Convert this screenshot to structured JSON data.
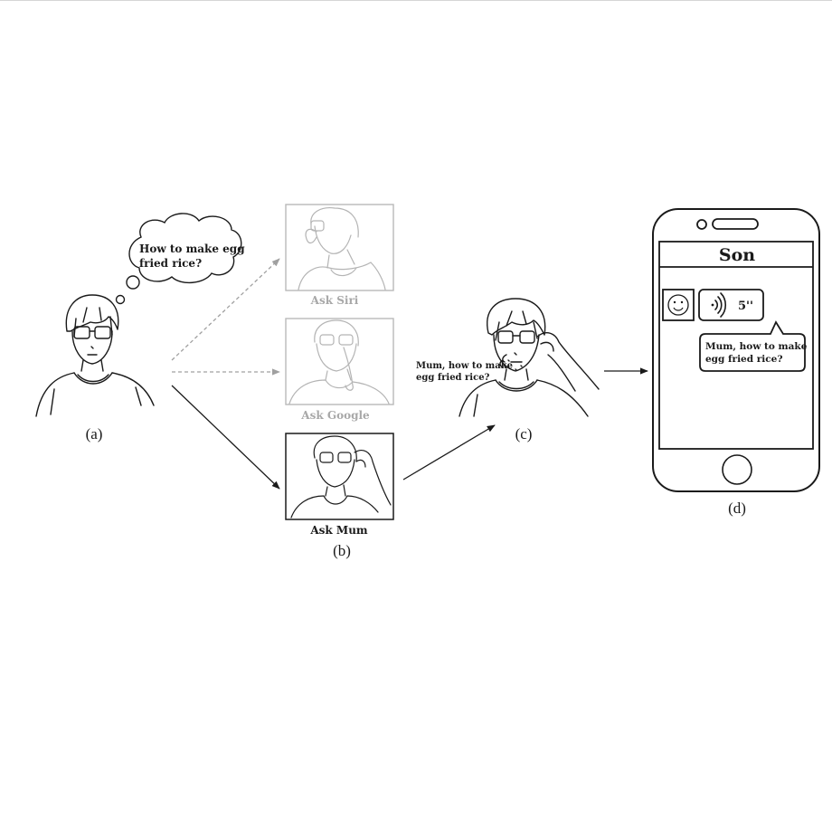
{
  "panel_a": {
    "caption": "(a)",
    "thought_line1": "How to make egg",
    "thought_line2": "fried rice?"
  },
  "panel_b": {
    "caption": "(b)",
    "option_siri": "Ask Siri",
    "option_google": "Ask Google",
    "option_mum": "Ask Mum"
  },
  "panel_c": {
    "caption": "(c)",
    "speech_line1": "Mum, how to make",
    "speech_line2": "egg fried rice?"
  },
  "panel_d": {
    "caption": "(d)",
    "contact_name": "Son",
    "voice_duration": "5''",
    "message_line1": "Mum, how to make",
    "message_line2": "egg fried rice?"
  },
  "colors": {
    "ink": "#1a1a1a",
    "faded": "#a8a8a8",
    "faded_frame": "#b9b9b9"
  },
  "icons": [
    "thought-bubble-icon",
    "smiley-avatar-icon",
    "voice-wave-icon",
    "phone-icon",
    "arrow-icon"
  ]
}
